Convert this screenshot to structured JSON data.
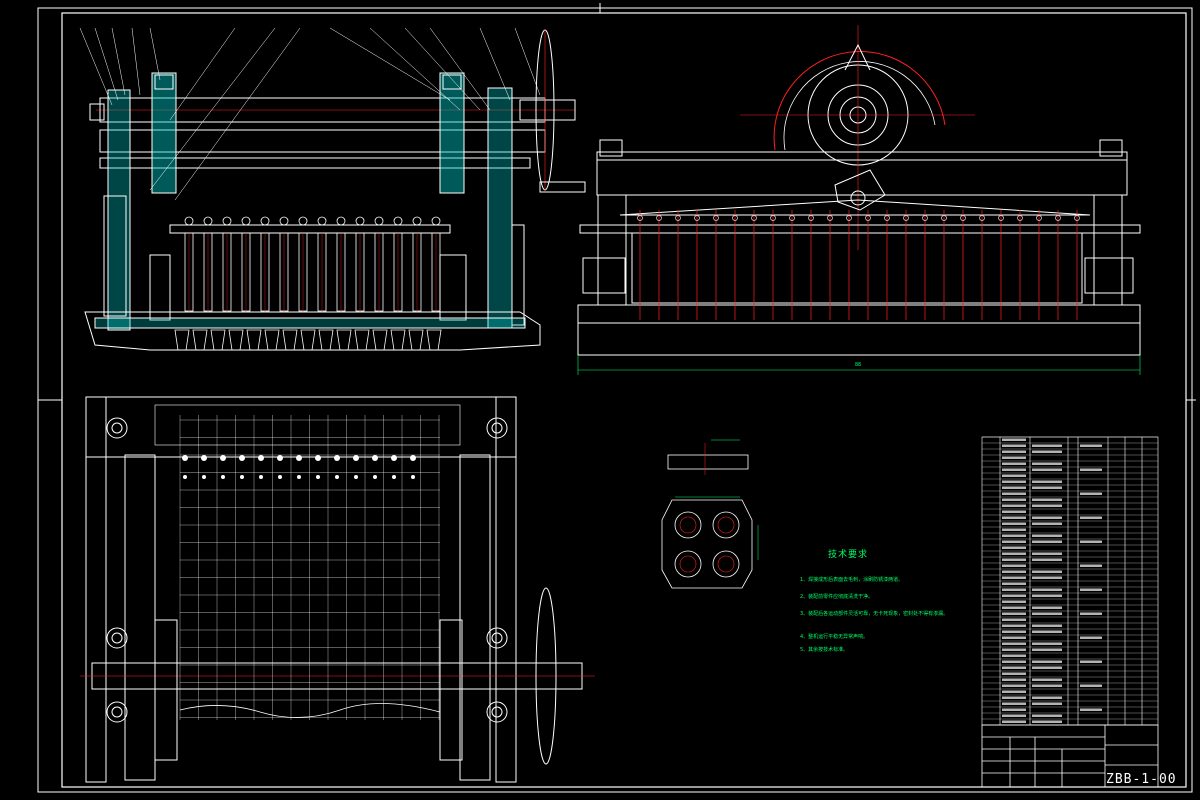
{
  "drawing": {
    "number": "ZBB-1-00",
    "overall_length_dim": "88",
    "tech_requirements_title": "技术要求",
    "tech_notes": [
      "1、焊接成形后表面去毛刺，涂刷防锈漆两道。",
      "2、装配前零件应彻底清洗干净。",
      "3、装配后各运动部件灵活可靠，无卡死现象，密封处不得有渗漏。",
      "4、整机运行平稳无异常声响。",
      "5、其余按技术标准。"
    ]
  },
  "colors": {
    "line": "#ffffff",
    "hatch": "#00c8c8",
    "center": "#ff2020",
    "dim": "#00ff66",
    "bg": "#000000"
  }
}
